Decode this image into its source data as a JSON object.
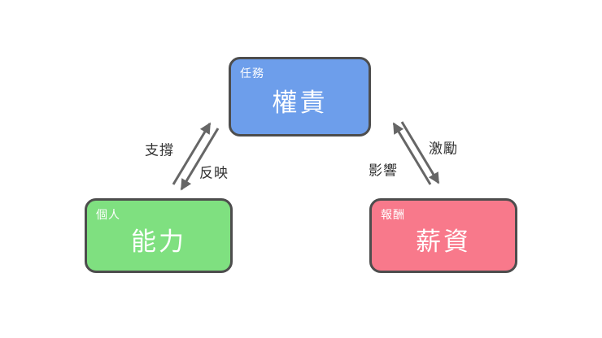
{
  "canvas": {
    "background": "#ffffff"
  },
  "boxes": {
    "task": {
      "tag": "任務",
      "title": "權責",
      "color": "#6D9EEB",
      "border_color": "#4d4d4d",
      "text_color": "#ffffff"
    },
    "ability": {
      "tag": "個人",
      "title": "能力",
      "color": "#7FE080",
      "border_color": "#4d4d4d",
      "text_color": "#ffffff"
    },
    "salary": {
      "tag": "報酬",
      "title": "薪資",
      "color": "#F8798B",
      "border_color": "#4d4d4d",
      "text_color": "#ffffff"
    }
  },
  "arrows": {
    "color": "#666666",
    "labels": {
      "support": "支撐",
      "reflect": "反映",
      "influence": "影響",
      "motivate": "激勵"
    }
  }
}
